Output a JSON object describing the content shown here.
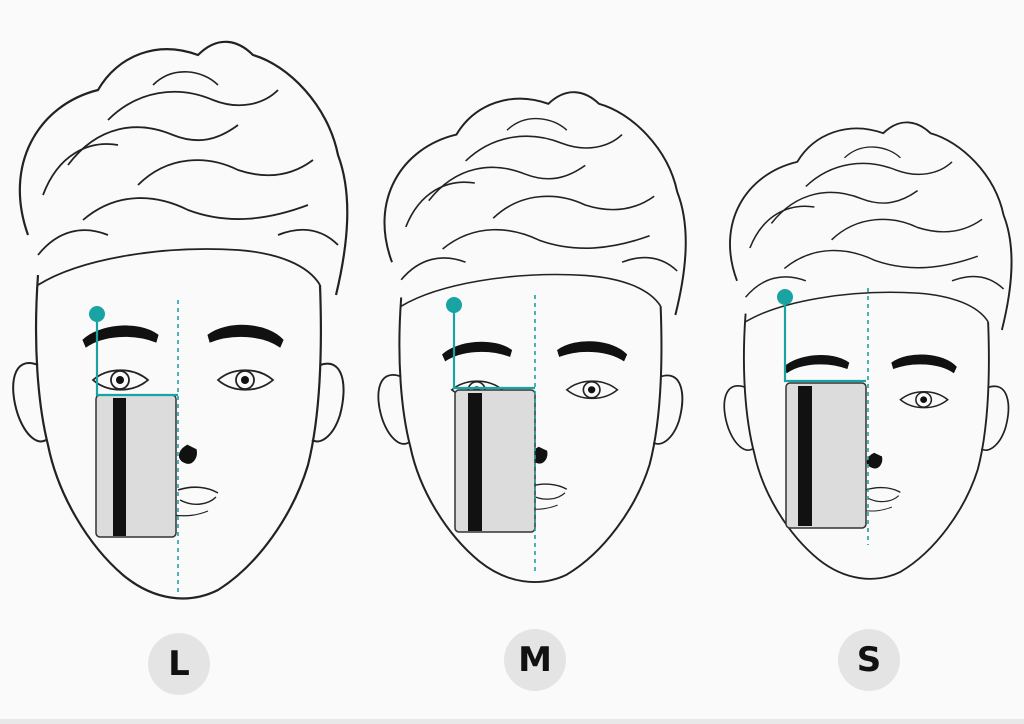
{
  "sizes": {
    "large": "L",
    "medium": "M",
    "small": "S"
  },
  "colors": {
    "accent": "#1aa3a3",
    "line": "#222222",
    "card": "#dcdcdc",
    "card_stripe": "#111111",
    "badge": "#e4e4e4"
  },
  "icons": [
    "face-illustration",
    "credit-card-icon",
    "measurement-guide"
  ]
}
